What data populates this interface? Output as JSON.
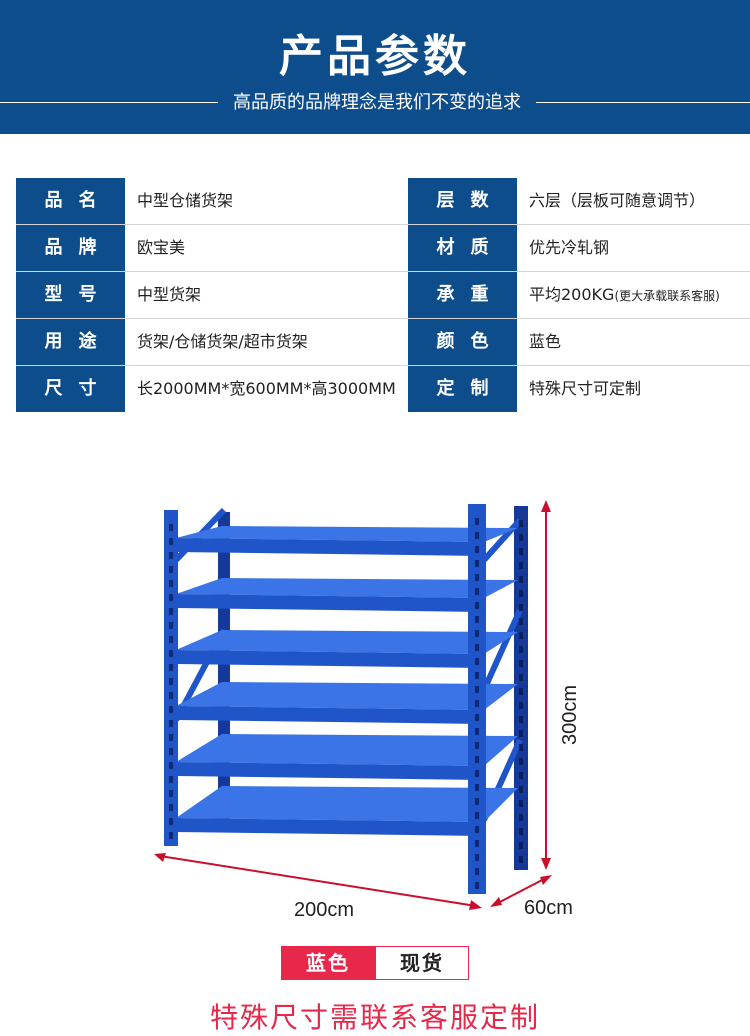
{
  "header": {
    "title": "产品参数",
    "subtitle": "高品质的品牌理念是我们不变的追求"
  },
  "specs": [
    {
      "left_label": "品名",
      "left_value": "中型仓储货架",
      "right_label": "层数",
      "right_value": "六层（层板可随意调节）",
      "right_note": ""
    },
    {
      "left_label": "品牌",
      "left_value": "欧宝美",
      "right_label": "材质",
      "right_value": "优先冷轧钢",
      "right_note": ""
    },
    {
      "left_label": "型号",
      "left_value": "中型货架",
      "right_label": "承重",
      "right_value": "平均200KG",
      "right_note": "(更大承载联系客服)"
    },
    {
      "left_label": "用途",
      "left_value": "货架/仓储货架/超市货架",
      "right_label": "颜色",
      "right_value": "蓝色",
      "right_note": ""
    },
    {
      "left_label": "尺寸",
      "left_value": "长2000MM*宽600MM*高3000MM",
      "right_label": "定制",
      "right_value": "特殊尺寸可定制",
      "right_note": ""
    }
  ],
  "figure": {
    "height_label": "300cm",
    "width_label": "200cm",
    "depth_label": "60cm",
    "shelf_levels": 6,
    "shelf_color": "#1f55c9"
  },
  "badge": {
    "color_label": "蓝色",
    "stock_label": "现货"
  },
  "footer_note": "特殊尺寸需联系客服定制",
  "colors": {
    "header_blue": "#0e4d8c",
    "accent_red": "#e8284a",
    "dimension_red": "#c8102e"
  }
}
